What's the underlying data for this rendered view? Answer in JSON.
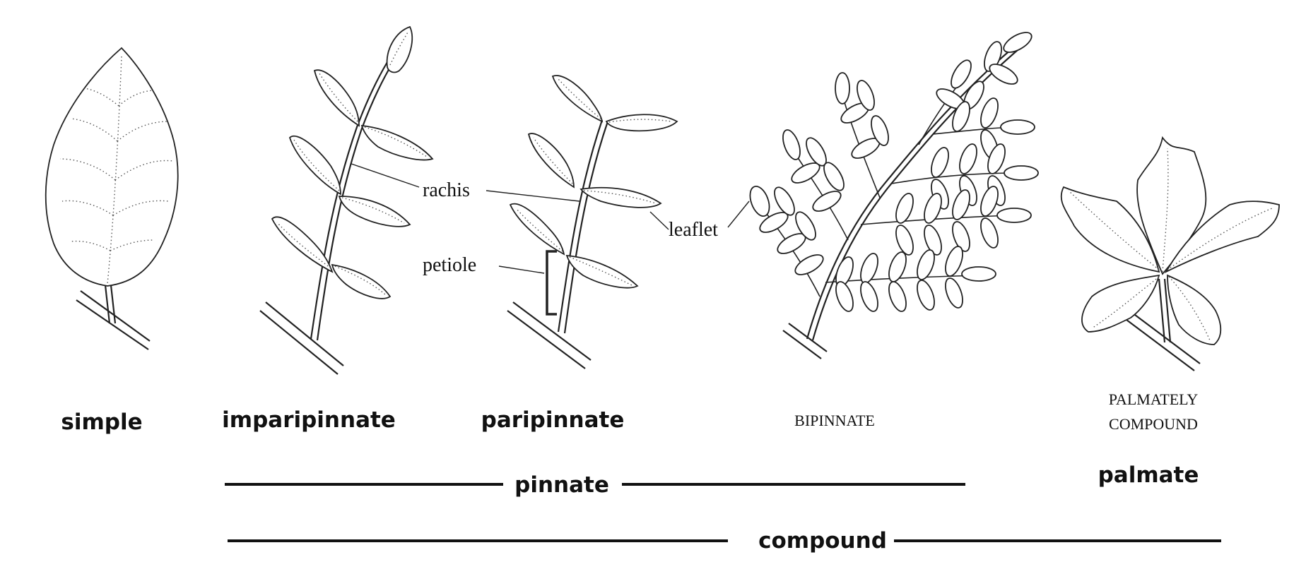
{
  "labels": {
    "rachis": "rachis",
    "petiole": "petiole",
    "leaflet": "leaflet",
    "simple": "simple",
    "imparipinnate": "imparipinnate",
    "paripinnate": "paripinnate",
    "bipinnate": "BIPINNATE",
    "palmately_1": "PALMATELY",
    "palmately_2": "COMPOUND",
    "pinnate": "pinnate",
    "palmate": "palmate",
    "compound": "compound"
  }
}
